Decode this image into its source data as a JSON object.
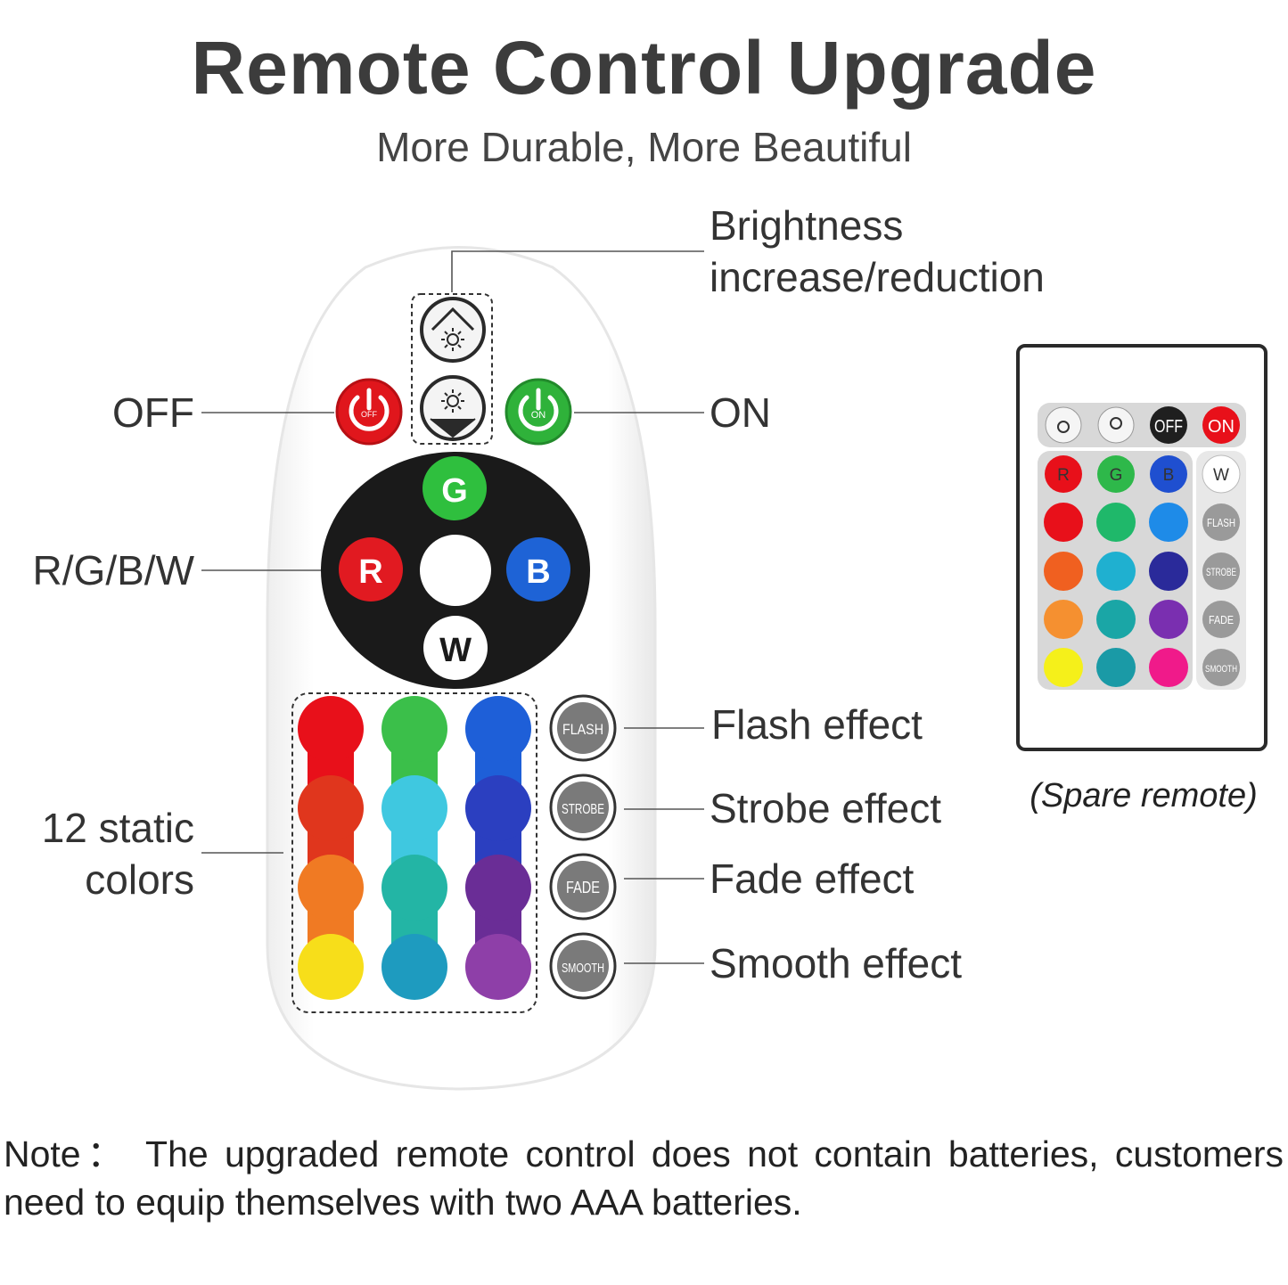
{
  "header": {
    "title": "Remote Control Upgrade",
    "subtitle": "More Durable, More Beautiful"
  },
  "callouts": {
    "brightness_line1": "Brightness",
    "brightness_line2": "increase/reduction",
    "off": "OFF",
    "on": "ON",
    "rgbw": "R/G/B/W",
    "static_line1": "12 static",
    "static_line2": "colors",
    "flash": "Flash effect",
    "strobe": "Strobe effect",
    "fade": "Fade effect",
    "smooth": "Smooth effect"
  },
  "main_remote": {
    "off_label": "OFF",
    "on_label": "ON",
    "g_label": "G",
    "r_label": "R",
    "b_label": "B",
    "w_label": "W",
    "flash_label": "FLASH",
    "strobe_label": "STROBE",
    "fade_label": "FADE",
    "smooth_label": "SMOOTH",
    "static_colors": [
      "#e8101a",
      "#3bbf4a",
      "#1e5fd8",
      "#e0361d",
      "#3fc8e0",
      "#2b3fc0",
      "#f07a23",
      "#23b5a5",
      "#6a2d96",
      "#f7de1a",
      "#1e9bbf",
      "#8e3fa8"
    ]
  },
  "spare_remote": {
    "caption": "(Spare remote)",
    "off_label": "OFF",
    "on_label": "ON",
    "r_label": "R",
    "g_label": "G",
    "b_label": "B",
    "w_label": "W",
    "flash_label": "FLASH",
    "strobe_label": "STROBE",
    "fade_label": "FADE",
    "smooth_label": "SMOOTH"
  },
  "note": "Note： The upgraded remote control does not contain batteries, customers need to equip themselves with two AAA batteries.",
  "colors": {
    "off_red": "#e0161c",
    "on_green": "#2fb23a",
    "pad_black": "#1a1a1a",
    "effect_grey": "#7a7a7a"
  }
}
